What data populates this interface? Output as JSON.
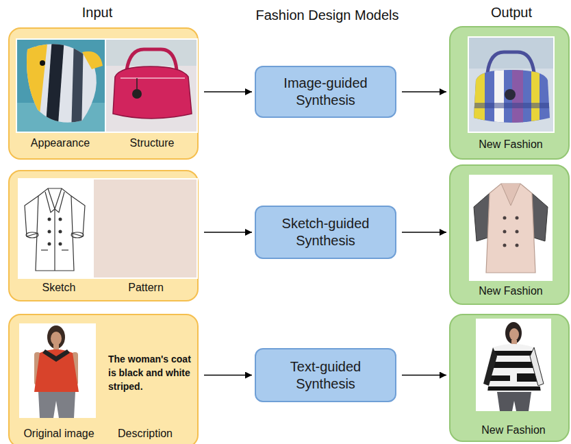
{
  "diagram": {
    "nodes": [
      {
        "text": [
          "Appearance",
          "Structure"
        ]
      },
      {
        "text": [
          "Image-guided Synthesis"
        ]
      },
      {
        "text": [
          "New Fashion"
        ]
      },
      {
        "text": [
          "Sketch",
          "Pattern"
        ]
      },
      {
        "text": [
          "Sketch-guided Synthesis"
        ]
      },
      {
        "text": [
          "New Fashion"
        ]
      },
      {
        "text": [
          "The woman's coat is black and white striped.",
          "Original image",
          "Description"
        ]
      },
      {
        "text": [
          "Text-guided Synthesis"
        ]
      },
      {
        "text": [
          "New Fashion"
        ]
      }
    ],
    "edges": [
      {
        "from": 0,
        "to": 1,
        "arrow": "to"
      },
      {
        "from": 1,
        "to": 2,
        "arrow": "to"
      },
      {
        "from": 3,
        "to": 4,
        "arrow": "to"
      },
      {
        "from": 4,
        "to": 5,
        "arrow": "to"
      },
      {
        "from": 6,
        "to": 7,
        "arrow": "to"
      },
      {
        "from": 7,
        "to": 8,
        "arrow": "to"
      }
    ],
    "labels": [
      "Input",
      "Fashion Design Models",
      "Output"
    ]
  }
}
